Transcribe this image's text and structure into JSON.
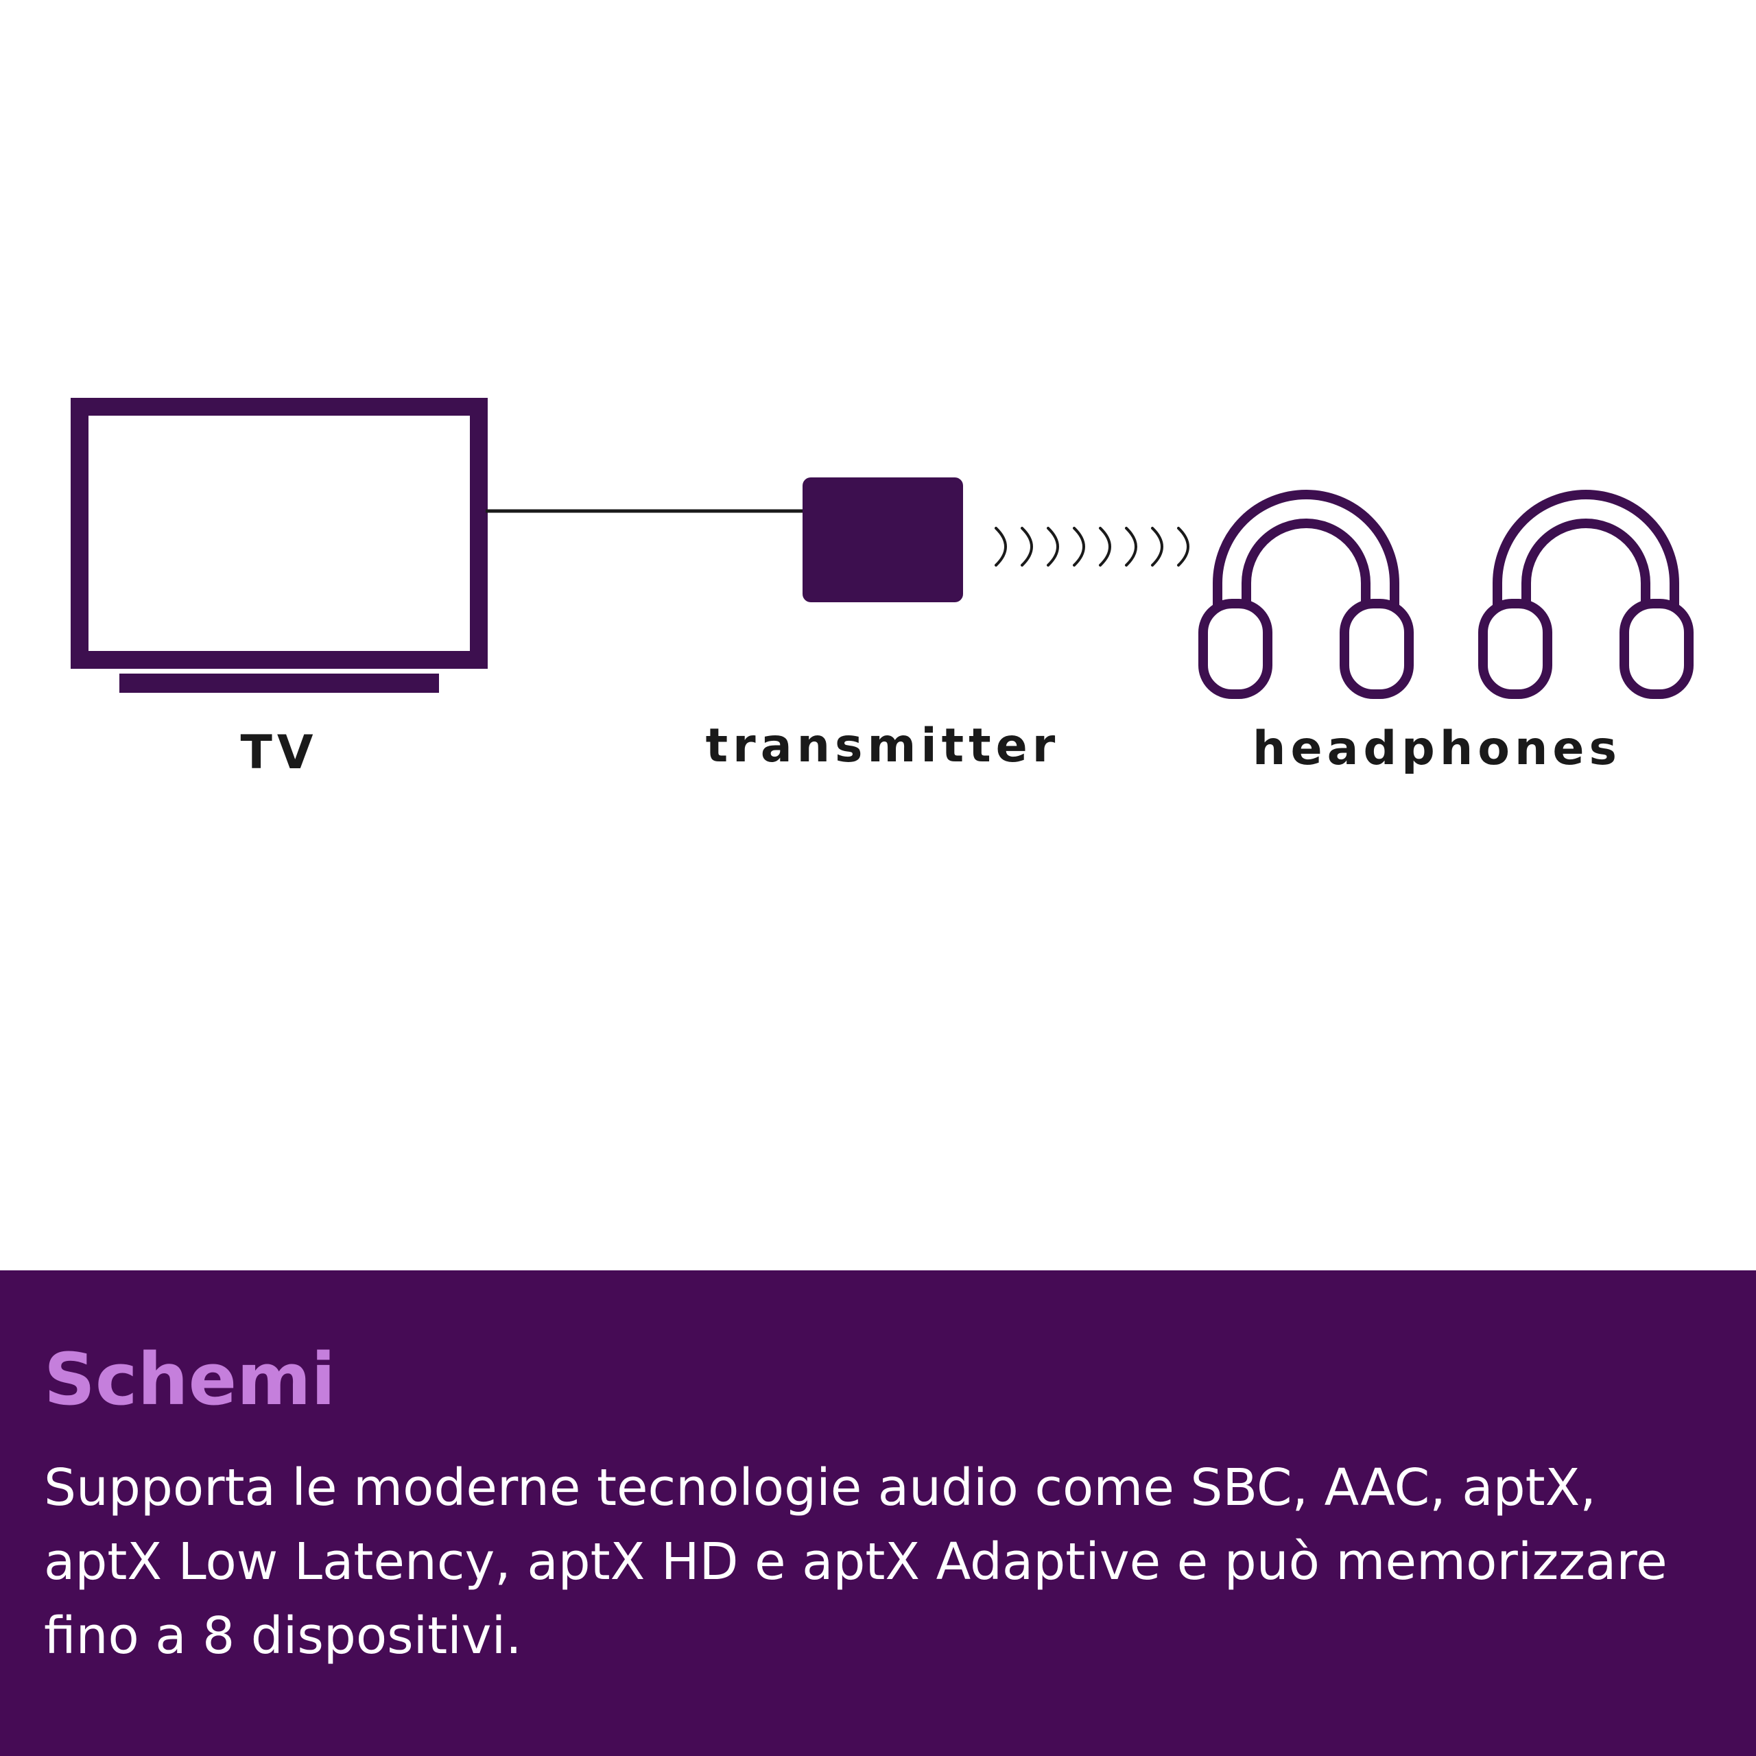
{
  "colors": {
    "icon_purple": "#3d0f4f",
    "panel_background": "#460b55",
    "heading": "#c57fdc",
    "label_text": "#1a1a1a",
    "body_text": "#ffffff",
    "background": "#ffffff"
  },
  "diagram": {
    "nodes": [
      {
        "id": "tv",
        "icon": "tv-icon",
        "label": "TV"
      },
      {
        "id": "transmitter",
        "icon": "transmitter-icon",
        "label": "transmitter"
      },
      {
        "id": "headphones",
        "icon": "headphones-icon",
        "label": "headphones",
        "count": 2
      }
    ],
    "links": [
      {
        "from": "tv",
        "to": "transmitter",
        "kind": "wired"
      },
      {
        "from": "transmitter",
        "to": "headphones",
        "kind": "wireless",
        "wave_icon": "sound-wave-icon",
        "wave_count": 8
      }
    ]
  },
  "panel": {
    "title": "Schemi",
    "body": "Supporta le moderne tecnologie audio come SBC, AAC, aptX, aptX Low Latency, aptX HD e aptX Adaptive e può memorizzare fino a 8 dispositivi."
  }
}
